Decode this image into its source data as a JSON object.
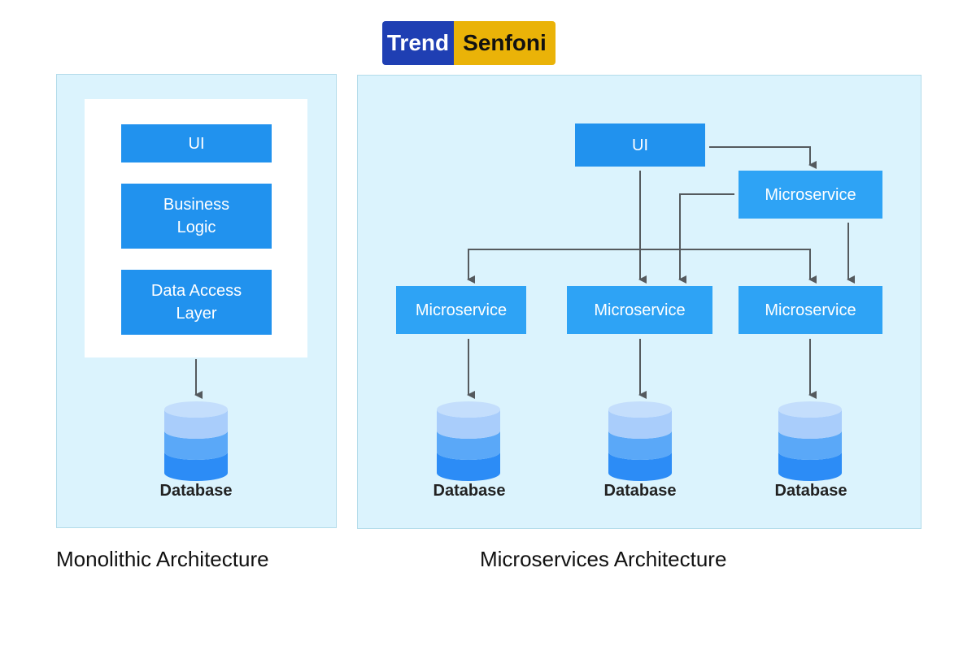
{
  "logo": {
    "part1": "Trend",
    "part2": "Senfoni",
    "colors": {
      "part1_bg": "#1f3fb3",
      "part2_bg": "#eab308"
    }
  },
  "monolithic": {
    "caption": "Monolithic Architecture",
    "layers": [
      {
        "label": "UI"
      },
      {
        "label": "Business Logic"
      },
      {
        "label": "Data Access Layer"
      }
    ],
    "database_label": "Database"
  },
  "microservices": {
    "caption": "Microservices Architecture",
    "ui_label": "UI",
    "top_service_label": "Microservice",
    "services": [
      {
        "label": "Microservice",
        "database_label": "Database"
      },
      {
        "label": "Microservice",
        "database_label": "Database"
      },
      {
        "label": "Microservice",
        "database_label": "Database"
      }
    ]
  },
  "colors": {
    "panel_bg": "#dbf3fd",
    "box_blue": "#2192ee",
    "service_blue": "#2ea3f5",
    "arrow": "#555a5e"
  }
}
